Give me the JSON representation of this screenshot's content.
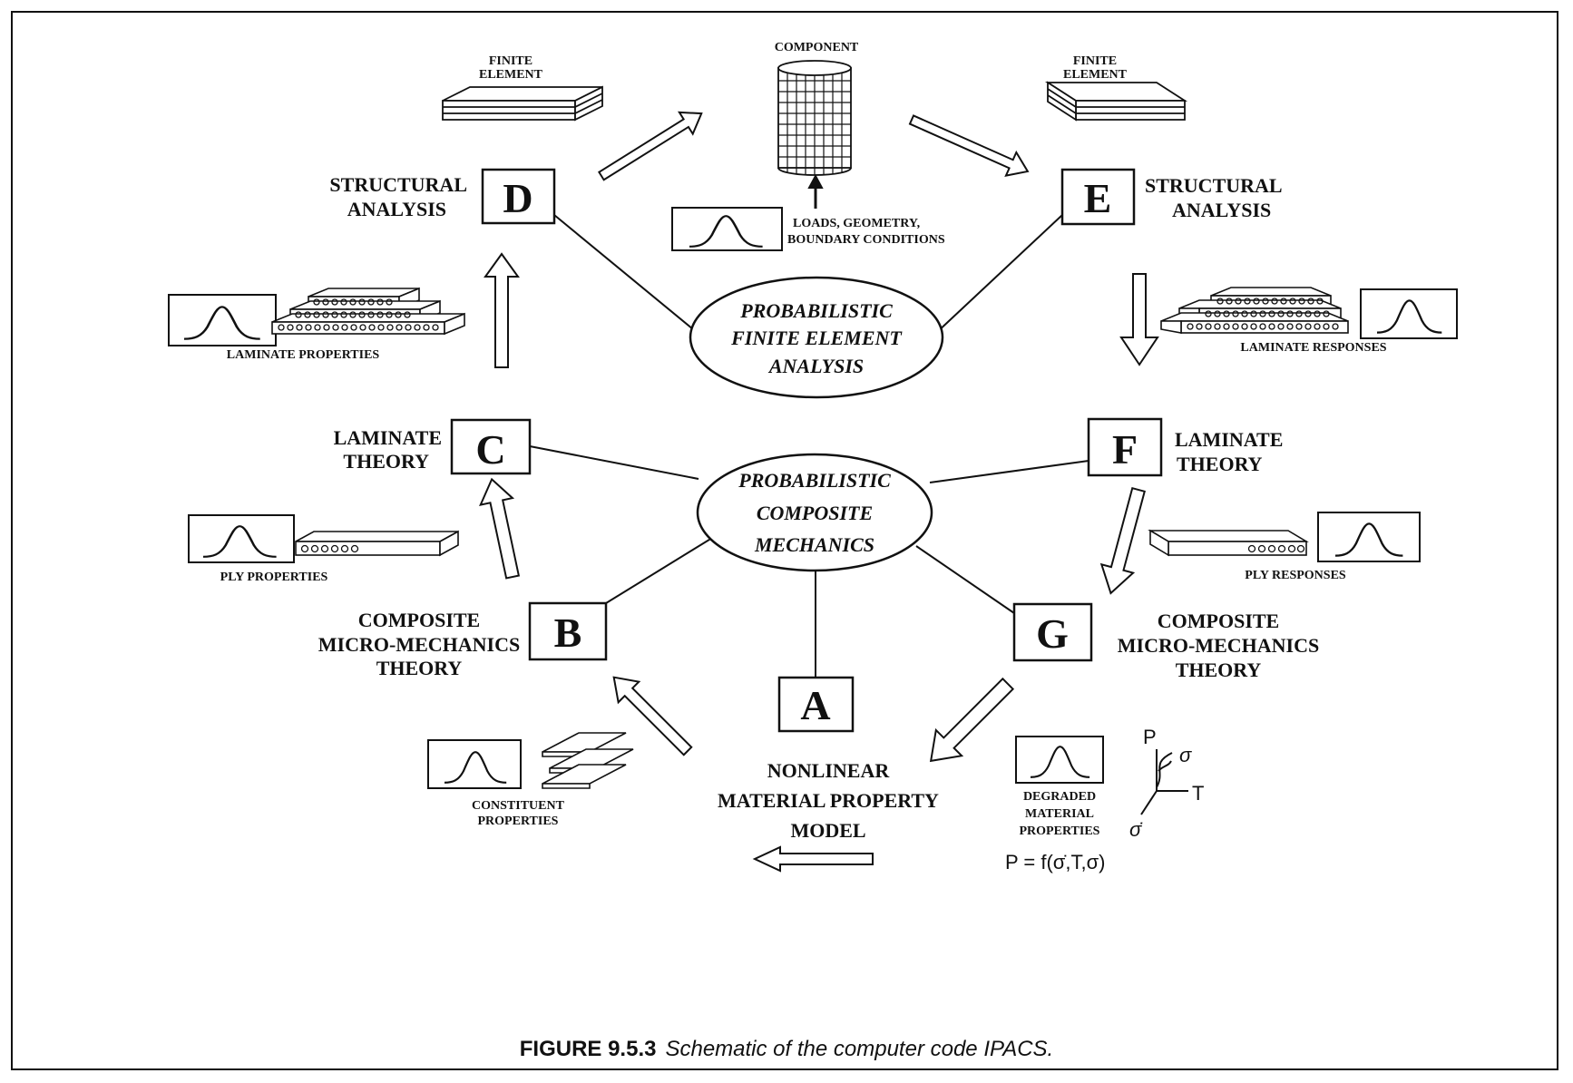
{
  "figure": {
    "number": "FIGURE 9.5.3",
    "caption": "Schematic of the computer code IPACS."
  },
  "centers": {
    "pfea": [
      "PROBABILISTIC",
      "FINITE ELEMENT",
      "ANALYSIS"
    ],
    "pcm": [
      "PROBABILISTIC",
      "COMPOSITE",
      "MECHANICS"
    ]
  },
  "boxes": {
    "A": "A",
    "B": "B",
    "C": "C",
    "D": "D",
    "E": "E",
    "F": "F",
    "G": "G"
  },
  "stage_labels": {
    "d": [
      "STRUCTURAL",
      "ANALYSIS"
    ],
    "e": [
      "STRUCTURAL",
      "ANALYSIS"
    ],
    "c": [
      "LAMINATE",
      "THEORY"
    ],
    "f": [
      "LAMINATE",
      "THEORY"
    ],
    "b": [
      "COMPOSITE",
      "MICRO-MECHANICS",
      "THEORY"
    ],
    "g": [
      "COMPOSITE",
      "MICRO-MECHANICS",
      "THEORY"
    ],
    "a": [
      "NONLINEAR",
      "MATERIAL PROPERTY",
      "MODEL"
    ]
  },
  "item_labels": {
    "fe_left": [
      "FINITE",
      "ELEMENT"
    ],
    "fe_right": [
      "FINITE",
      "ELEMENT"
    ],
    "component": "COMPONENT",
    "loads": [
      "LOADS, GEOMETRY,",
      "BOUNDARY CONDITIONS"
    ],
    "lam_props": "LAMINATE PROPERTIES",
    "lam_resp": "LAMINATE RESPONSES",
    "ply_props": "PLY PROPERTIES",
    "ply_resp": "PLY RESPONSES",
    "constituent": [
      "CONSTITUENT",
      "PROPERTIES"
    ],
    "degraded": [
      "DEGRADED",
      "MATERIAL",
      "PROPERTIES"
    ]
  },
  "axes": {
    "p": "P",
    "t": "T",
    "sigma": "σ",
    "sigma_dot": "σ̇"
  },
  "equation": "P = f(σ̇,T,σ)"
}
